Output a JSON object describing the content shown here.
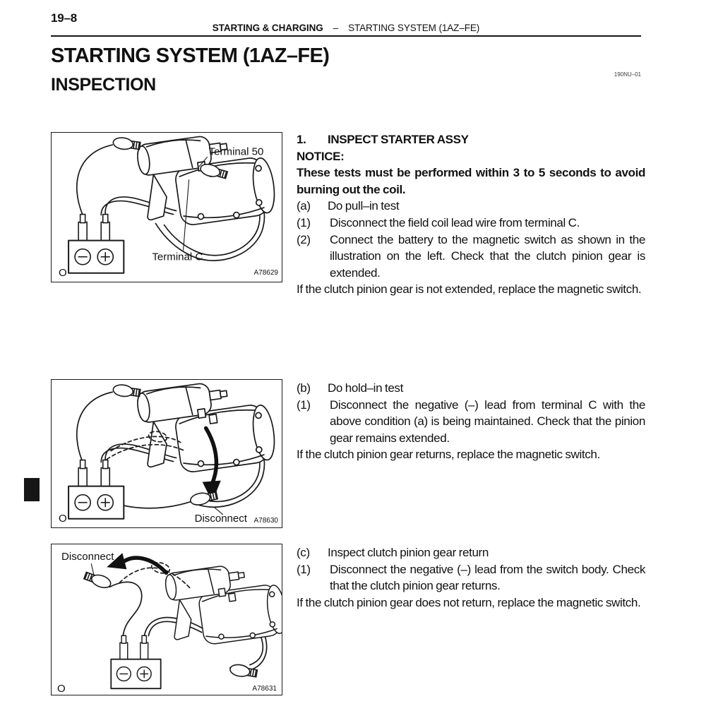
{
  "meta": {
    "ink_color": "#1a1a1a",
    "paper_color": "#ffffff"
  },
  "page": {
    "page_number": "19–8",
    "running_header": {
      "left": "STARTING & CHARGING",
      "separator": "–",
      "right": "STARTING SYSTEM (1AZ–FE)"
    },
    "title": "STARTING SYSTEM (1AZ–FE)",
    "section_heading": "INSPECTION",
    "doc_code": "190NU–01"
  },
  "instructions": {
    "step_number": "1.",
    "step_heading": "INSPECT STARTER ASSY",
    "notice_label": "NOTICE:",
    "notice_text": "These tests must be performed within 3 to 5 seconds to avoid burning out the coil.",
    "steps": [
      {
        "letter": "(a)",
        "title": "Do pull–in test",
        "substeps": [
          {
            "num": "(1)",
            "text": "Disconnect the field coil lead wire from terminal C."
          },
          {
            "num": "(2)",
            "text": "Connect the battery to the magnetic switch as shown in the illustration on the left. Check that the clutch pinion gear is extended."
          }
        ],
        "note": "If the clutch pinion gear is not extended, replace the magnetic switch."
      },
      {
        "letter": "(b)",
        "title": "Do hold–in test",
        "substeps": [
          {
            "num": "(1)",
            "text": "Disconnect the negative (–) lead from terminal C with the above condition (a) is being maintained. Check that the pinion gear remains extended."
          }
        ],
        "note": "If the clutch pinion gear returns, replace the magnetic switch."
      },
      {
        "letter": "(c)",
        "title": "Inspect clutch pinion gear return",
        "substeps": [
          {
            "num": "(1)",
            "text": "Disconnect the negative (–) lead from the switch body. Check that the clutch pinion gear returns."
          }
        ],
        "note": "If the clutch pinion gear does not return, replace the magnetic switch."
      }
    ]
  },
  "figures": [
    {
      "code": "A78629",
      "corner_label": "O",
      "labels": {
        "terminal_50": "Terminal 50",
        "terminal_c": "Terminal C"
      },
      "battery_symbols": {
        "negative": "−",
        "positive": "+"
      }
    },
    {
      "code": "A78630",
      "corner_label": "O",
      "labels": {
        "disconnect": "Disconnect"
      },
      "battery_symbols": {
        "negative": "−",
        "positive": "+"
      }
    },
    {
      "code": "A78631",
      "corner_label": "O",
      "labels": {
        "disconnect": "Disconnect"
      },
      "battery_symbols": {
        "negative": "−",
        "positive": "+"
      }
    }
  ]
}
